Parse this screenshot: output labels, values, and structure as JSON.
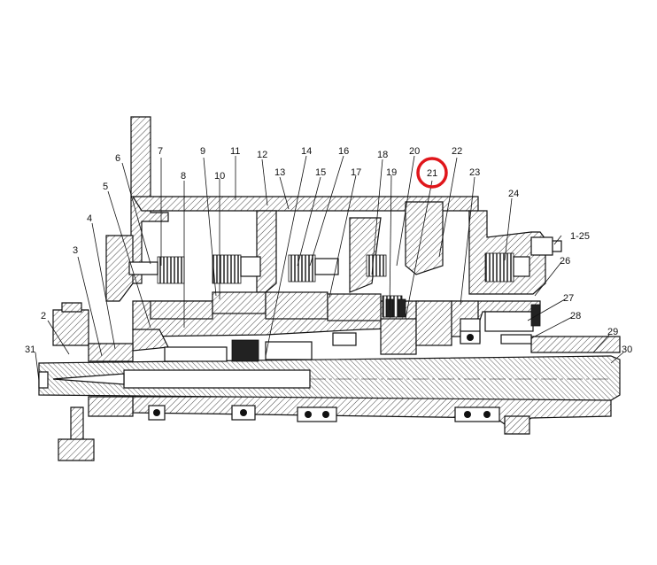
{
  "labels": [
    {
      "id": "1-25",
      "text": "1-25"
    },
    {
      "id": "2",
      "text": "2"
    },
    {
      "id": "3",
      "text": "3"
    },
    {
      "id": "4",
      "text": "4"
    },
    {
      "id": "5",
      "text": "5"
    },
    {
      "id": "6",
      "text": "6"
    },
    {
      "id": "7",
      "text": "7"
    },
    {
      "id": "8",
      "text": "8"
    },
    {
      "id": "9",
      "text": "9"
    },
    {
      "id": "10",
      "text": "10"
    },
    {
      "id": "11",
      "text": "11"
    },
    {
      "id": "12",
      "text": "12"
    },
    {
      "id": "13",
      "text": "13"
    },
    {
      "id": "14",
      "text": "14"
    },
    {
      "id": "15",
      "text": "15"
    },
    {
      "id": "16",
      "text": "16"
    },
    {
      "id": "17",
      "text": "17"
    },
    {
      "id": "18",
      "text": "18"
    },
    {
      "id": "19",
      "text": "19"
    },
    {
      "id": "20",
      "text": "20"
    },
    {
      "id": "21",
      "text": "21"
    },
    {
      "id": "22",
      "text": "22"
    },
    {
      "id": "23",
      "text": "23"
    },
    {
      "id": "24",
      "text": "24"
    },
    {
      "id": "26",
      "text": "26"
    },
    {
      "id": "27",
      "text": "27"
    },
    {
      "id": "28",
      "text": "28"
    },
    {
      "id": "29",
      "text": "29"
    },
    {
      "id": "30",
      "text": "30"
    },
    {
      "id": "31",
      "text": "31"
    }
  ],
  "highlighted_label": "21",
  "colors": {
    "highlight": "#e0161b",
    "ink": "#111111"
  }
}
